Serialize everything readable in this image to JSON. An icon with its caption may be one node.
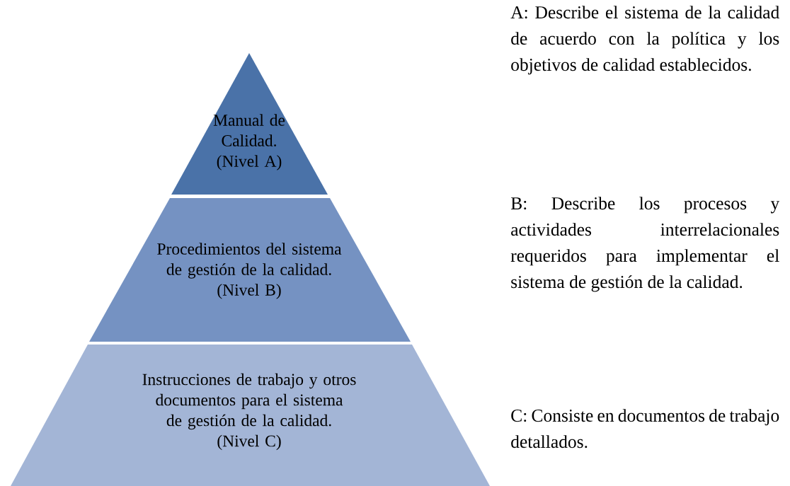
{
  "diagram": {
    "nodes": [
      {
        "text": [
          "Manual de Calidad.",
          "(Nivel A)"
        ]
      },
      {
        "text": [
          "Procedimientos del sistema de gestión de la calidad.",
          "(Nivel B)"
        ]
      },
      {
        "text": [
          "Instrucciones de trabajo y otros documentos para el sistema de gestión de la calidad.",
          "(Nivel C)"
        ]
      }
    ],
    "labels": [
      "A: Describe el sistema de la calidad de acuerdo con la política y los objetivos de calidad establecidos.",
      "B: Describe los procesos y actividades interrelacionales requeridos para implementar el sistema de gestión de la calidad.",
      "C: Consiste en documentos de trabajo detallados."
    ]
  }
}
